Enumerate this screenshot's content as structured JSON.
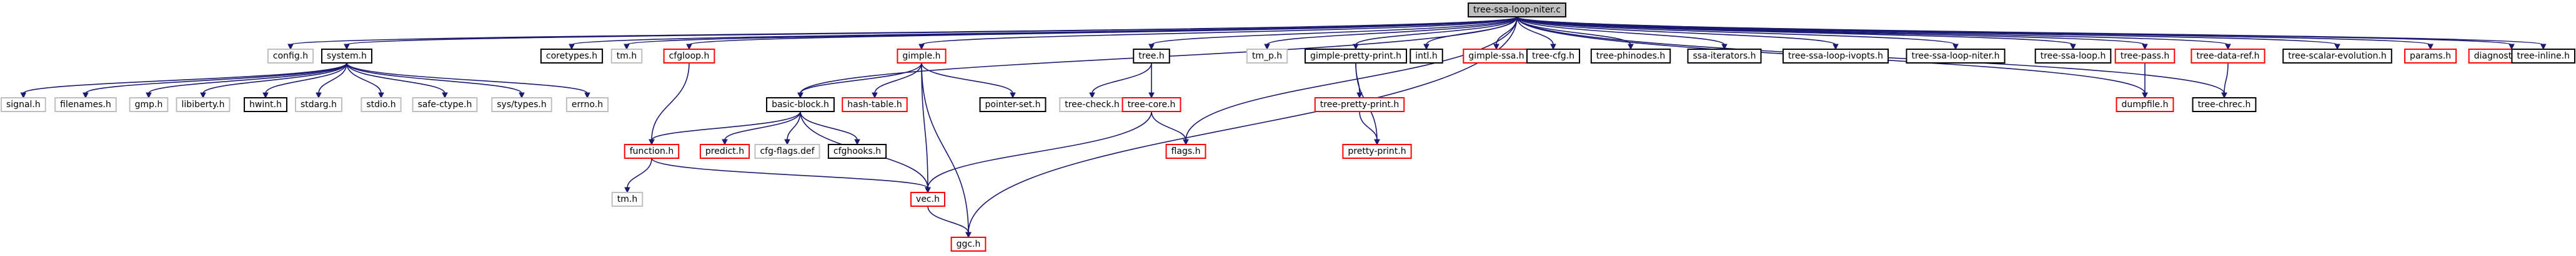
{
  "graph": {
    "root": "tree-ssa-loop-niter.c",
    "colors": {
      "root_fill": "#bfbfbf",
      "root_border": "#000000",
      "documented_border": "#000000",
      "undocumented_border": "#bfbfbf",
      "truncated_border": "#ff0000",
      "node_fill": "#ffffff",
      "edge": "#191970"
    },
    "nodes": [
      {
        "id": "n_root",
        "label": "tree-ssa-loop-niter.c",
        "style": "root"
      },
      {
        "id": "n_config",
        "label": "config.h",
        "style": "undocumented"
      },
      {
        "id": "n_system",
        "label": "system.h",
        "style": "documented"
      },
      {
        "id": "n_coretypes",
        "label": "coretypes.h",
        "style": "documented"
      },
      {
        "id": "n_tm",
        "label": "tm.h",
        "style": "undocumented"
      },
      {
        "id": "n_cfgloop",
        "label": "cfgloop.h",
        "style": "truncated"
      },
      {
        "id": "n_basicblock",
        "label": "basic-block.h",
        "style": "documented"
      },
      {
        "id": "n_gimple",
        "label": "gimple.h",
        "style": "truncated"
      },
      {
        "id": "n_tree",
        "label": "tree.h",
        "style": "documented"
      },
      {
        "id": "n_tmp",
        "label": "tm_p.h",
        "style": "undocumented"
      },
      {
        "id": "n_gpp",
        "label": "gimple-pretty-print.h",
        "style": "documented"
      },
      {
        "id": "n_intl",
        "label": "intl.h",
        "style": "documented"
      },
      {
        "id": "n_gimplessa",
        "label": "gimple-ssa.h",
        "style": "truncated"
      },
      {
        "id": "n_treecfg",
        "label": "tree-cfg.h",
        "style": "documented"
      },
      {
        "id": "n_phinodes",
        "label": "tree-phinodes.h",
        "style": "documented"
      },
      {
        "id": "n_ssaiter",
        "label": "ssa-iterators.h",
        "style": "documented"
      },
      {
        "id": "n_ivopts",
        "label": "tree-ssa-loop-ivopts.h",
        "style": "documented"
      },
      {
        "id": "n_niterh",
        "label": "tree-ssa-loop-niter.h",
        "style": "documented"
      },
      {
        "id": "n_loop",
        "label": "tree-ssa-loop.h",
        "style": "documented"
      },
      {
        "id": "n_treepass",
        "label": "tree-pass.h",
        "style": "truncated"
      },
      {
        "id": "n_datareff",
        "label": "tree-data-ref.h",
        "style": "truncated"
      },
      {
        "id": "n_scev",
        "label": "tree-scalar-evolution.h",
        "style": "documented"
      },
      {
        "id": "n_params",
        "label": "params.h",
        "style": "truncated"
      },
      {
        "id": "n_diag",
        "label": "diagnostic-core.h",
        "style": "truncated"
      },
      {
        "id": "n_inline",
        "label": "tree-inline.h",
        "style": "documented"
      },
      {
        "id": "n_signal",
        "label": "signal.h",
        "style": "undocumented"
      },
      {
        "id": "n_filenames",
        "label": "filenames.h",
        "style": "undocumented"
      },
      {
        "id": "n_gmp",
        "label": "gmp.h",
        "style": "undocumented"
      },
      {
        "id": "n_libiberty",
        "label": "libiberty.h",
        "style": "undocumented"
      },
      {
        "id": "n_hwint",
        "label": "hwint.h",
        "style": "documented"
      },
      {
        "id": "n_stdarg",
        "label": "stdarg.h",
        "style": "undocumented"
      },
      {
        "id": "n_stdio",
        "label": "stdio.h",
        "style": "undocumented"
      },
      {
        "id": "n_safectype",
        "label": "safe-ctype.h",
        "style": "undocumented"
      },
      {
        "id": "n_systypes",
        "label": "sys/types.h",
        "style": "undocumented"
      },
      {
        "id": "n_errno",
        "label": "errno.h",
        "style": "undocumented"
      },
      {
        "id": "n_hashtable",
        "label": "hash-table.h",
        "style": "truncated"
      },
      {
        "id": "n_pointerset",
        "label": "pointer-set.h",
        "style": "documented"
      },
      {
        "id": "n_treecheck",
        "label": "tree-check.h",
        "style": "undocumented"
      },
      {
        "id": "n_treecore",
        "label": "tree-core.h",
        "style": "truncated"
      },
      {
        "id": "n_treepretty",
        "label": "tree-pretty-print.h",
        "style": "truncated"
      },
      {
        "id": "n_dumpfile",
        "label": "dumpfile.h",
        "style": "truncated"
      },
      {
        "id": "n_chrec",
        "label": "tree-chrec.h",
        "style": "documented"
      },
      {
        "id": "n_function",
        "label": "function.h",
        "style": "truncated"
      },
      {
        "id": "n_predict",
        "label": "predict.h",
        "style": "truncated"
      },
      {
        "id": "n_cfgflags",
        "label": "cfg-flags.def",
        "style": "undocumented"
      },
      {
        "id": "n_cfghooks",
        "label": "cfghooks.h",
        "style": "documented"
      },
      {
        "id": "n_flags",
        "label": "flags.h",
        "style": "truncated"
      },
      {
        "id": "n_prettyprint",
        "label": "pretty-print.h",
        "style": "truncated"
      },
      {
        "id": "n_tmh",
        "label": "tm.h",
        "style": "undocumented"
      },
      {
        "id": "n_vec",
        "label": "vec.h",
        "style": "truncated"
      },
      {
        "id": "n_ggc",
        "label": "ggc.h",
        "style": "truncated"
      }
    ],
    "edges": [
      [
        "n_root",
        "n_config"
      ],
      [
        "n_root",
        "n_system"
      ],
      [
        "n_root",
        "n_coretypes"
      ],
      [
        "n_root",
        "n_tm"
      ],
      [
        "n_root",
        "n_cfgloop"
      ],
      [
        "n_root",
        "n_basicblock"
      ],
      [
        "n_root",
        "n_gimple"
      ],
      [
        "n_root",
        "n_tree"
      ],
      [
        "n_root",
        "n_tmp"
      ],
      [
        "n_root",
        "n_gpp"
      ],
      [
        "n_root",
        "n_intl"
      ],
      [
        "n_root",
        "n_gimplessa"
      ],
      [
        "n_root",
        "n_treecfg"
      ],
      [
        "n_root",
        "n_phinodes"
      ],
      [
        "n_root",
        "n_ssaiter"
      ],
      [
        "n_root",
        "n_ivopts"
      ],
      [
        "n_root",
        "n_niterh"
      ],
      [
        "n_root",
        "n_loop"
      ],
      [
        "n_root",
        "n_treepass"
      ],
      [
        "n_root",
        "n_datareff"
      ],
      [
        "n_root",
        "n_scev"
      ],
      [
        "n_root",
        "n_params"
      ],
      [
        "n_root",
        "n_diag"
      ],
      [
        "n_root",
        "n_inline"
      ],
      [
        "n_root",
        "n_flags"
      ],
      [
        "n_root",
        "n_dumpfile"
      ],
      [
        "n_root",
        "n_ggc"
      ],
      [
        "n_root",
        "n_chrec"
      ],
      [
        "n_system",
        "n_signal"
      ],
      [
        "n_system",
        "n_filenames"
      ],
      [
        "n_system",
        "n_gmp"
      ],
      [
        "n_system",
        "n_libiberty"
      ],
      [
        "n_system",
        "n_hwint"
      ],
      [
        "n_system",
        "n_stdarg"
      ],
      [
        "n_system",
        "n_stdio"
      ],
      [
        "n_system",
        "n_safectype"
      ],
      [
        "n_system",
        "n_systypes"
      ],
      [
        "n_system",
        "n_errno"
      ],
      [
        "n_cfgloop",
        "n_function"
      ],
      [
        "n_basicblock",
        "n_function"
      ],
      [
        "n_basicblock",
        "n_predict"
      ],
      [
        "n_basicblock",
        "n_cfgflags"
      ],
      [
        "n_basicblock",
        "n_cfghooks"
      ],
      [
        "n_basicblock",
        "n_vec"
      ],
      [
        "n_gimple",
        "n_basicblock"
      ],
      [
        "n_gimple",
        "n_hashtable"
      ],
      [
        "n_gimple",
        "n_pointerset"
      ],
      [
        "n_gimple",
        "n_vec"
      ],
      [
        "n_gimple",
        "n_ggc"
      ],
      [
        "n_tree",
        "n_treecheck"
      ],
      [
        "n_tree",
        "n_treecore"
      ],
      [
        "n_treecore",
        "n_flags"
      ],
      [
        "n_treecore",
        "n_vec"
      ],
      [
        "n_gpp",
        "n_treepretty"
      ],
      [
        "n_gpp",
        "n_prettyprint"
      ],
      [
        "n_treepretty",
        "n_prettyprint"
      ],
      [
        "n_treepass",
        "n_dumpfile"
      ],
      [
        "n_datareff",
        "n_chrec"
      ],
      [
        "n_function",
        "n_tmh"
      ],
      [
        "n_function",
        "n_vec"
      ],
      [
        "n_vec",
        "n_ggc"
      ]
    ]
  }
}
